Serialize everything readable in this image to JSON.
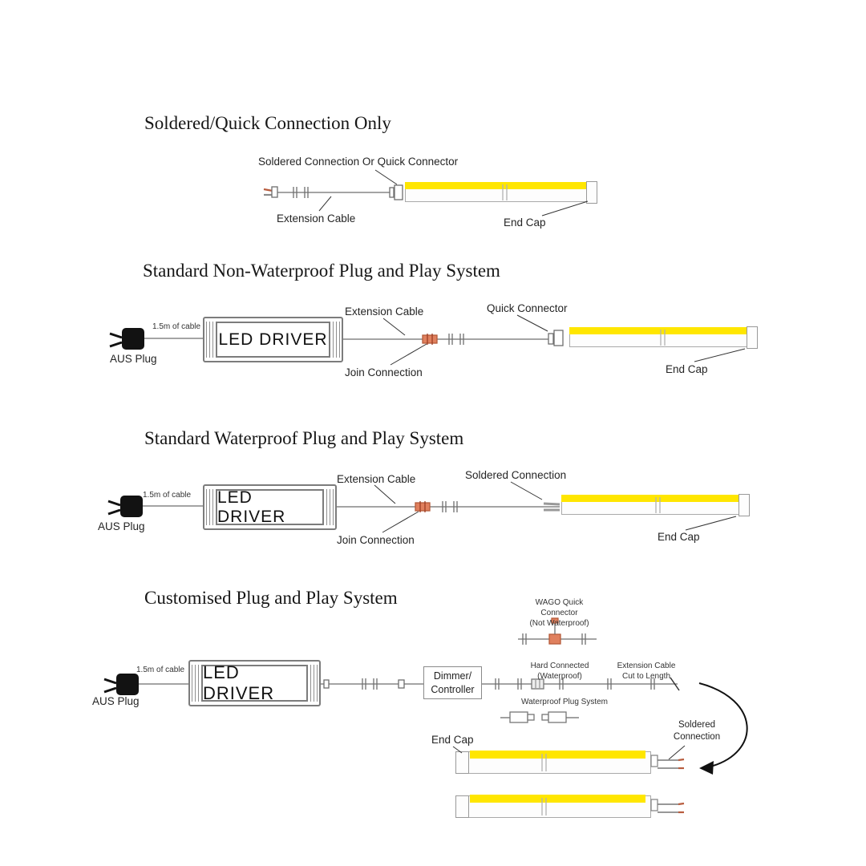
{
  "colors": {
    "strip_glow": "#FFE600",
    "join_connector": "#E0805E",
    "wire_tip": "#B85C3E",
    "plug": "#121212"
  },
  "s1": {
    "title": "Soldered/Quick Connection Only",
    "connector_label": "Soldered Connection Or Quick Connector",
    "extension_label": "Extension Cable",
    "endcap_label": "End Cap"
  },
  "s2": {
    "title": "Standard Non-Waterproof Plug and Play System",
    "plug_label": "AUS Plug",
    "cable_label": "1.5m of cable",
    "driver_label": "LED DRIVER",
    "extension_label": "Extension Cable",
    "join_label": "Join Connection",
    "quick_label": "Quick Connector",
    "endcap_label": "End Cap"
  },
  "s3": {
    "title": "Standard Waterproof Plug and Play System",
    "plug_label": "AUS Plug",
    "cable_label": "1.5m of cable",
    "driver_label": "LED DRIVER",
    "extension_label": "Extension Cable",
    "soldered_label": "Soldered Connection",
    "join_label": "Join Connection",
    "endcap_label": "End Cap"
  },
  "s4": {
    "title": "Customised Plug and Play System",
    "plug_label": "AUS Plug",
    "cable_label": "1.5m of cable",
    "driver_label": "LED DRIVER",
    "dimmer_label_1": "Dimmer/",
    "dimmer_label_2": "Controller",
    "wago_label_1": "WAGO Quick Connector",
    "wago_label_2": "(Not Waterproof)",
    "hard_label_1": "Hard Connected",
    "hard_label_2": "(Waterproof)",
    "ext_cut_label_1": "Extension Cable",
    "ext_cut_label_2": "Cut to Length",
    "wps_label": "Waterproof Plug System",
    "endcap_label": "End Cap",
    "soldered_label_1": "Soldered",
    "soldered_label_2": "Connection"
  }
}
